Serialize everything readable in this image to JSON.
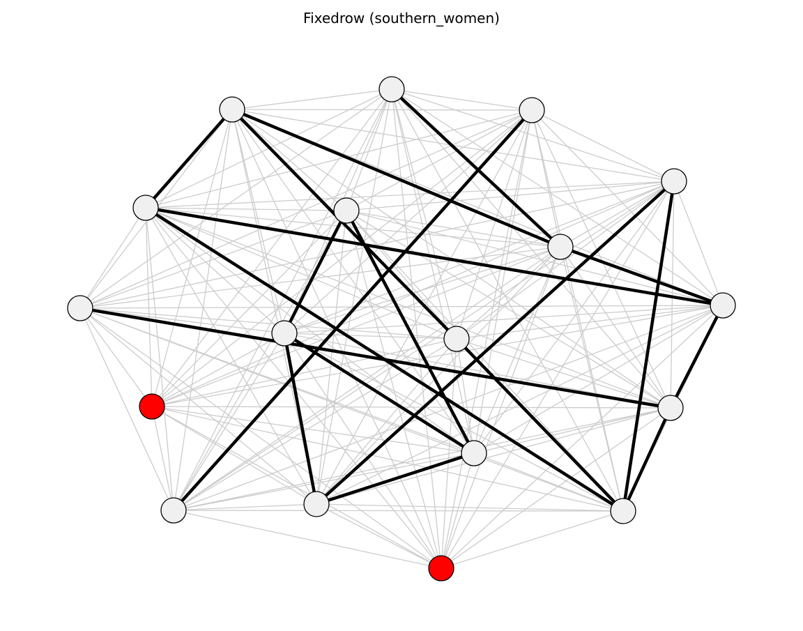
{
  "title": "Fixedrow (southern_women)",
  "colors": {
    "node": "#f0f0f0",
    "highlight": "#ff0000",
    "edge_light": "#cccccc",
    "edge_strong": "#000000"
  },
  "nodes": [
    {
      "id": "A",
      "highlight": false
    },
    {
      "id": "B",
      "highlight": false
    },
    {
      "id": "C",
      "highlight": false
    },
    {
      "id": "D",
      "highlight": false
    },
    {
      "id": "E",
      "highlight": false
    },
    {
      "id": "F",
      "highlight": false
    },
    {
      "id": "G",
      "highlight": false
    },
    {
      "id": "H",
      "highlight": false
    },
    {
      "id": "I",
      "highlight": false
    },
    {
      "id": "J",
      "highlight": false
    },
    {
      "id": "K",
      "highlight": false
    },
    {
      "id": "L",
      "highlight": true
    },
    {
      "id": "M",
      "highlight": false
    },
    {
      "id": "N",
      "highlight": false
    },
    {
      "id": "O",
      "highlight": false
    },
    {
      "id": "P",
      "highlight": false
    },
    {
      "id": "Q",
      "highlight": false
    },
    {
      "id": "R",
      "highlight": true
    }
  ],
  "strong_edges": [
    [
      "A",
      "E"
    ],
    [
      "A",
      "G"
    ],
    [
      "G",
      "I"
    ],
    [
      "A",
      "K"
    ],
    [
      "K",
      "Q"
    ],
    [
      "B",
      "G"
    ],
    [
      "C",
      "O"
    ],
    [
      "D",
      "P"
    ],
    [
      "D",
      "Q"
    ],
    [
      "E",
      "I"
    ],
    [
      "E",
      "Q"
    ],
    [
      "F",
      "J"
    ],
    [
      "F",
      "N"
    ],
    [
      "H",
      "M"
    ],
    [
      "J",
      "P"
    ],
    [
      "J",
      "N"
    ],
    [
      "P",
      "N"
    ],
    [
      "I",
      "M"
    ],
    [
      "M",
      "Q"
    ]
  ]
}
